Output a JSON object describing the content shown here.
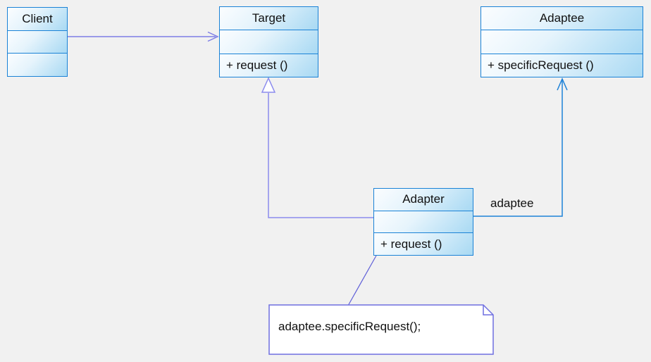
{
  "diagram": {
    "classes": {
      "client": {
        "name": "Client",
        "attributes": "",
        "operations": ""
      },
      "target": {
        "name": "Target",
        "attributes": "",
        "operations": "+ request ()"
      },
      "adaptee": {
        "name": "Adaptee",
        "attributes": "",
        "operations": "+ specificRequest ()"
      },
      "adapter": {
        "name": "Adapter",
        "attributes": "",
        "operations": "+ request ()"
      }
    },
    "relationships": {
      "client_to_target": {
        "type": "association",
        "from": "Client",
        "to": "Target",
        "label": ""
      },
      "adapter_to_target": {
        "type": "generalization",
        "from": "Adapter",
        "to": "Target",
        "label": ""
      },
      "adapter_to_adaptee": {
        "type": "association",
        "from": "Adapter",
        "to": "Adaptee",
        "label": "adaptee"
      },
      "note_to_adapter": {
        "type": "note-anchor",
        "from": "Note",
        "to": "Adapter",
        "label": ""
      }
    },
    "note": {
      "text": "adaptee.specificRequest();"
    },
    "colors": {
      "canvas_bg": "#f1f1f1",
      "class_border": "#1a82d6",
      "class_fill_light": "#fbfdff",
      "class_fill_blue": "#a8d9f3",
      "association_purple": "#7e7ee6",
      "generalization_purple": "#8c8cee",
      "association_blue": "#1e82d8",
      "note_border": "#6f6fe0",
      "note_anchor_line": "#5f5fd8",
      "text": "#111111"
    }
  }
}
